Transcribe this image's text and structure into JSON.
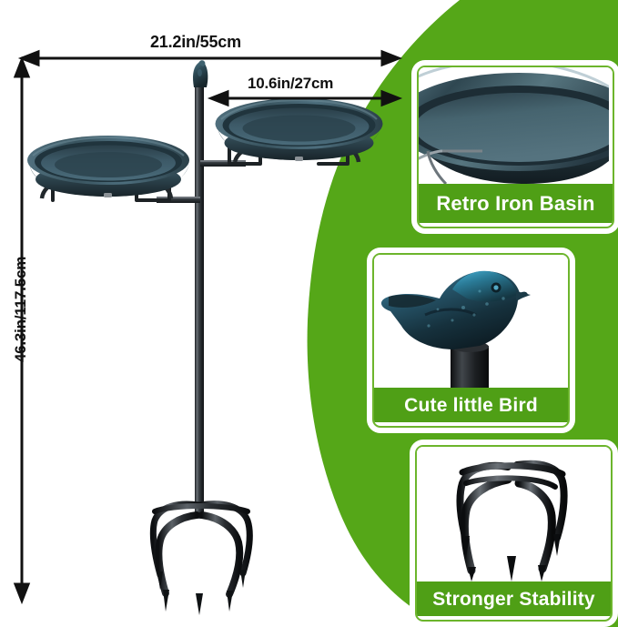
{
  "graphic": {
    "type": "product-infographic",
    "background_color": "#ffffff",
    "accent_green": "#55a718",
    "caption_green": "#4f9f16",
    "card_border_green": "#6cb52c",
    "metal_dark": "#2b2f33",
    "basin_teal": "#3b5663"
  },
  "dimensions": {
    "overall_width": "21.2in/55cm",
    "bowl_diameter": "10.6in/27cm",
    "overall_height": "46.3in/117.5cm"
  },
  "features": [
    {
      "id": "basin",
      "caption": "Retro Iron Basin",
      "image": "iron-basin-closeup"
    },
    {
      "id": "bird",
      "caption": "Cute little Bird",
      "image": "bird-finial-closeup"
    },
    {
      "id": "stake",
      "caption": "Stronger Stability",
      "image": "five-prong-stake-closeup"
    }
  ],
  "product": {
    "name": "two-tier-bird-bath-stand",
    "parts": [
      "bird-finial",
      "center-pole",
      "upper-basin",
      "lower-basin",
      "wire-basin-cradle",
      "five-prong-ground-stake"
    ],
    "basin_count": 2,
    "prong_count": 5
  }
}
